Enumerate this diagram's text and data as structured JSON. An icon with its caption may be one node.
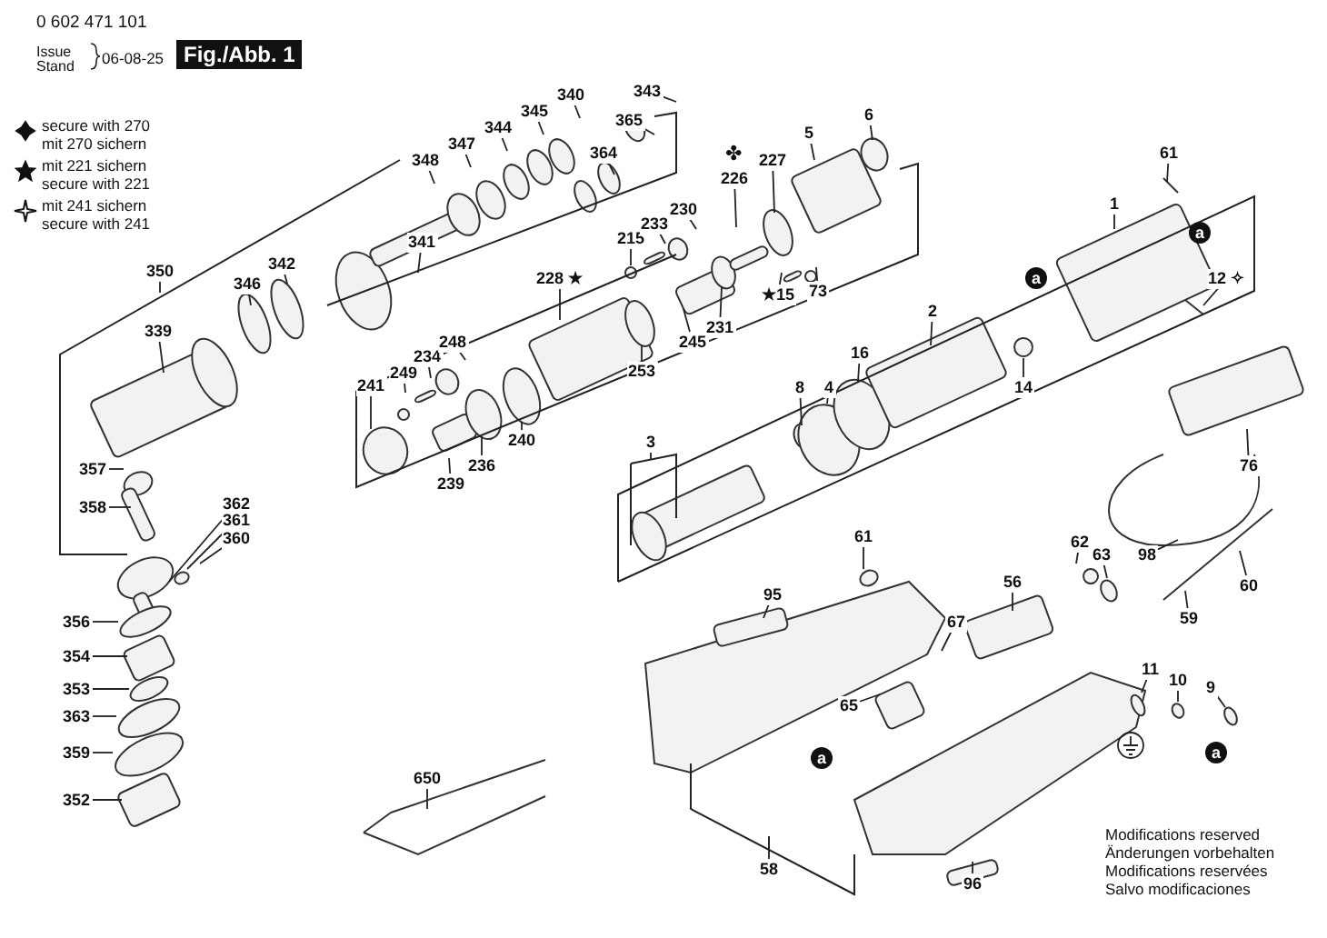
{
  "diagram": {
    "nodes": [
      {
        "text": [
          "343"
        ]
      },
      {
        "text": [
          "365"
        ]
      },
      {
        "text": [
          "364"
        ]
      },
      {
        "text": [
          "340"
        ]
      },
      {
        "text": [
          "345"
        ]
      },
      {
        "text": [
          "344"
        ]
      },
      {
        "text": [
          "347"
        ]
      },
      {
        "text": [
          "348"
        ]
      },
      {
        "text": [
          "341"
        ]
      },
      {
        "text": [
          "342"
        ]
      },
      {
        "text": [
          "346"
        ]
      },
      {
        "text": [
          "339"
        ]
      },
      {
        "text": [
          "357"
        ]
      },
      {
        "text": [
          "358"
        ]
      },
      {
        "text": [
          "362"
        ]
      },
      {
        "text": [
          "361"
        ]
      },
      {
        "text": [
          "360"
        ]
      },
      {
        "text": [
          "356"
        ]
      },
      {
        "text": [
          "354"
        ]
      },
      {
        "text": [
          "353"
        ]
      },
      {
        "text": [
          "363"
        ]
      },
      {
        "text": [
          "359"
        ]
      },
      {
        "text": [
          "352"
        ]
      },
      {
        "text": [
          "650"
        ]
      },
      {
        "text": [
          "241"
        ]
      },
      {
        "text": [
          "249"
        ]
      },
      {
        "text": [
          "234"
        ]
      },
      {
        "text": [
          "248"
        ]
      },
      {
        "text": [
          "239"
        ]
      },
      {
        "text": [
          "236"
        ]
      },
      {
        "text": [
          "240"
        ]
      },
      {
        "text": [
          "228 ★"
        ]
      },
      {
        "text": [
          "253"
        ]
      },
      {
        "text": [
          "215"
        ]
      },
      {
        "text": [
          "233"
        ]
      },
      {
        "text": [
          "230"
        ]
      },
      {
        "text": [
          "245"
        ]
      },
      {
        "text": [
          "231"
        ]
      },
      {
        "text": [
          "226"
        ]
      },
      {
        "text": [
          "227"
        ]
      },
      {
        "text": [
          "★15"
        ]
      },
      {
        "text": [
          "73"
        ]
      },
      {
        "text": [
          "5"
        ]
      },
      {
        "text": [
          "6"
        ]
      },
      {
        "text": [
          "8"
        ]
      },
      {
        "text": [
          "4"
        ]
      },
      {
        "text": [
          "16"
        ]
      },
      {
        "text": [
          "2"
        ]
      },
      {
        "text": [
          "14"
        ]
      },
      {
        "text": [
          "1"
        ]
      },
      {
        "text": [
          "61"
        ]
      },
      {
        "text": [
          "12 ✧"
        ]
      },
      {
        "text": [
          "76"
        ]
      },
      {
        "text": [
          "61"
        ]
      },
      {
        "text": [
          "95"
        ]
      },
      {
        "text": [
          "56"
        ]
      },
      {
        "text": [
          "67"
        ]
      },
      {
        "text": [
          "62"
        ]
      },
      {
        "text": [
          "63"
        ]
      },
      {
        "text": [
          "98"
        ]
      },
      {
        "text": [
          "60"
        ]
      },
      {
        "text": [
          "59"
        ]
      },
      {
        "text": [
          "65"
        ]
      },
      {
        "text": [
          "11"
        ]
      },
      {
        "text": [
          "10"
        ]
      },
      {
        "text": [
          "9"
        ]
      },
      {
        "text": [
          "96"
        ]
      },
      {
        "text": [
          "350"
        ]
      },
      {
        "text": [
          "3"
        ]
      },
      {
        "text": [
          "58"
        ]
      }
    ],
    "edges": [
      {
        "from": 0,
        "to": null,
        "arrow": "none"
      },
      {
        "from": 1,
        "to": null,
        "arrow": "none"
      },
      {
        "from": 2,
        "to": null,
        "arrow": "none"
      },
      {
        "from": 3,
        "to": null,
        "arrow": "none"
      },
      {
        "from": 4,
        "to": null,
        "arrow": "none"
      },
      {
        "from": 5,
        "to": null,
        "arrow": "none"
      },
      {
        "from": 6,
        "to": null,
        "arrow": "none"
      },
      {
        "from": 7,
        "to": null,
        "arrow": "none"
      },
      {
        "from": 8,
        "to": null,
        "arrow": "none"
      },
      {
        "from": 9,
        "to": null,
        "arrow": "none"
      },
      {
        "from": 10,
        "to": null,
        "arrow": "none"
      },
      {
        "from": 11,
        "to": null,
        "arrow": "none"
      },
      {
        "from": 12,
        "to": null,
        "arrow": "none"
      },
      {
        "from": 13,
        "to": null,
        "arrow": "none"
      },
      {
        "from": 14,
        "to": null,
        "arrow": "none"
      },
      {
        "from": 15,
        "to": null,
        "arrow": "none"
      },
      {
        "from": 16,
        "to": null,
        "arrow": "none"
      },
      {
        "from": 17,
        "to": null,
        "arrow": "none"
      },
      {
        "from": 18,
        "to": null,
        "arrow": "none"
      },
      {
        "from": 19,
        "to": null,
        "arrow": "none"
      },
      {
        "from": 20,
        "to": null,
        "arrow": "none"
      },
      {
        "from": 21,
        "to": null,
        "arrow": "none"
      },
      {
        "from": 22,
        "to": null,
        "arrow": "none"
      },
      {
        "from": 23,
        "to": null,
        "arrow": "none"
      },
      {
        "from": 24,
        "to": null,
        "arrow": "none"
      },
      {
        "from": 25,
        "to": null,
        "arrow": "none"
      },
      {
        "from": 26,
        "to": null,
        "arrow": "none"
      },
      {
        "from": 27,
        "to": null,
        "arrow": "none"
      },
      {
        "from": 28,
        "to": null,
        "arrow": "none"
      },
      {
        "from": 29,
        "to": null,
        "arrow": "none"
      },
      {
        "from": 30,
        "to": null,
        "arrow": "none"
      },
      {
        "from": 31,
        "to": null,
        "arrow": "none"
      },
      {
        "from": 32,
        "to": null,
        "arrow": "none"
      },
      {
        "from": 33,
        "to": null,
        "arrow": "none"
      },
      {
        "from": 34,
        "to": null,
        "arrow": "none"
      },
      {
        "from": 35,
        "to": null,
        "arrow": "none"
      },
      {
        "from": 36,
        "to": null,
        "arrow": "none"
      },
      {
        "from": 37,
        "to": null,
        "arrow": "none"
      },
      {
        "from": 38,
        "to": null,
        "arrow": "none"
      },
      {
        "from": 39,
        "to": null,
        "arrow": "none"
      },
      {
        "from": 40,
        "to": null,
        "arrow": "none"
      },
      {
        "from": 41,
        "to": null,
        "arrow": "none"
      },
      {
        "from": 42,
        "to": null,
        "arrow": "none"
      },
      {
        "from": 43,
        "to": null,
        "arrow": "none"
      },
      {
        "from": 44,
        "to": null,
        "arrow": "none"
      },
      {
        "from": 45,
        "to": null,
        "arrow": "none"
      },
      {
        "from": 46,
        "to": null,
        "arrow": "none"
      },
      {
        "from": 47,
        "to": null,
        "arrow": "none"
      },
      {
        "from": 48,
        "to": null,
        "arrow": "none"
      },
      {
        "from": 49,
        "to": null,
        "arrow": "none"
      },
      {
        "from": 50,
        "to": null,
        "arrow": "none"
      },
      {
        "from": 51,
        "to": null,
        "arrow": "none"
      },
      {
        "from": 52,
        "to": null,
        "arrow": "none"
      },
      {
        "from": 53,
        "to": null,
        "arrow": "none"
      },
      {
        "from": 54,
        "to": null,
        "arrow": "none"
      },
      {
        "from": 55,
        "to": null,
        "arrow": "none"
      },
      {
        "from": 56,
        "to": null,
        "arrow": "none"
      },
      {
        "from": 57,
        "to": null,
        "arrow": "none"
      },
      {
        "from": 58,
        "to": null,
        "arrow": "none"
      },
      {
        "from": 59,
        "to": null,
        "arrow": "none"
      },
      {
        "from": 60,
        "to": null,
        "arrow": "none"
      },
      {
        "from": 61,
        "to": null,
        "arrow": "none"
      },
      {
        "from": 62,
        "to": null,
        "arrow": "none"
      },
      {
        "from": 63,
        "to": null,
        "arrow": "none"
      },
      {
        "from": 64,
        "to": null,
        "arrow": "none"
      },
      {
        "from": 65,
        "to": null,
        "arrow": "none"
      },
      {
        "from": 66,
        "to": null,
        "arrow": "none"
      },
      {
        "from": 67,
        "to": null,
        "arrow": "none"
      },
      {
        "from": 68,
        "to": null,
        "arrow": "none"
      },
      {
        "from": 69,
        "to": null,
        "arrow": "none"
      }
    ],
    "labels": [
      "0 602 471 101",
      "Issue",
      "Stand",
      "06-08-25",
      "Fig./Abb. 1",
      "✤",
      "a",
      "a",
      "a",
      "a",
      "Modifications reserved Änderungen vorbehalten Modifications reservées Salvo modificaciones"
    ],
    "legend": [
      {
        "text": "secure with 270 mit 270 sichern"
      },
      {
        "text": "mit 221 sichern secure with 221"
      },
      {
        "text": "mit 241 sichern secure with 241"
      }
    ]
  }
}
